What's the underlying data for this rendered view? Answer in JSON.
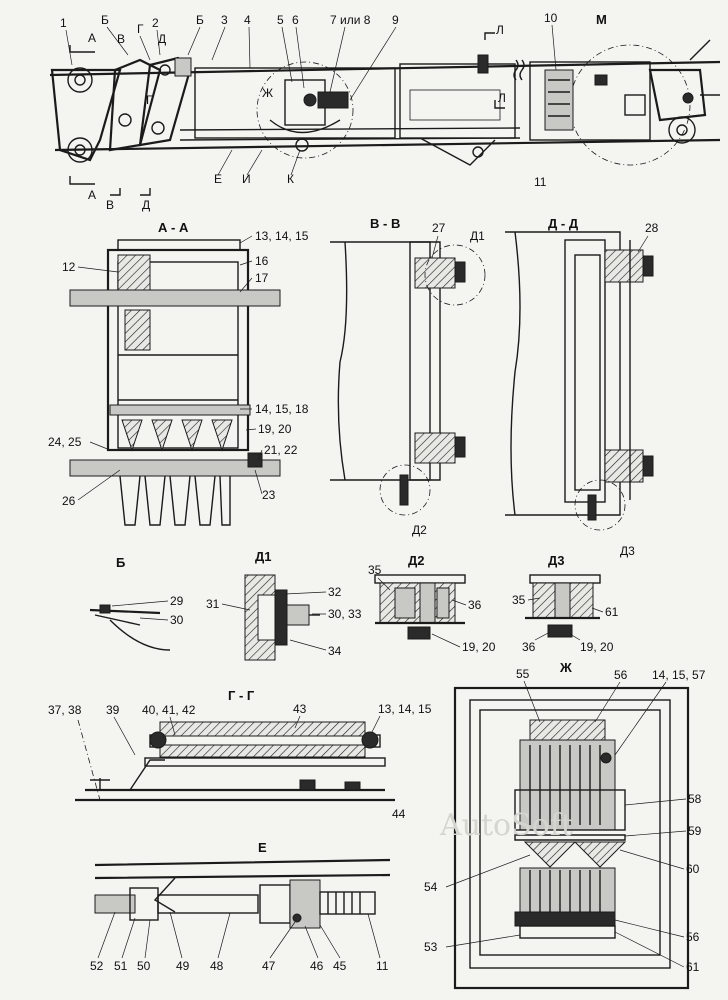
{
  "top_view": {
    "labels": [
      "1",
      "Б",
      "Г",
      "2",
      "Б",
      "3",
      "4",
      "5",
      "6",
      "7 или 8",
      "9",
      "Л",
      "10",
      "М",
      "В",
      "Д",
      "А",
      "Г",
      "Ж",
      "Л",
      "А",
      "В",
      "Д",
      "Е",
      "И",
      "К",
      "11"
    ]
  },
  "section_aa": {
    "title": "А - А",
    "labels": [
      "13, 14, 15",
      "12",
      "16",
      "17",
      "14, 15, 18",
      "19, 20",
      "21, 22",
      "24, 25",
      "26",
      "23"
    ]
  },
  "section_vv": {
    "title": "В - В",
    "labels": [
      "27",
      "Д1",
      "Д2"
    ]
  },
  "section_dd": {
    "title": "Д - Д",
    "labels": [
      "28",
      "Д3"
    ]
  },
  "detail_b": {
    "title": "Б",
    "labels": [
      "29",
      "30"
    ]
  },
  "detail_d1": {
    "title": "Д1",
    "labels": [
      "32",
      "31",
      "30, 33",
      "34"
    ]
  },
  "detail_d2": {
    "title": "Д2",
    "labels": [
      "35",
      "36",
      "19, 20"
    ]
  },
  "detail_d3": {
    "title": "Д3",
    "labels": [
      "35",
      "61",
      "36",
      "19, 20"
    ]
  },
  "section_gg": {
    "title": "Г - Г",
    "labels": [
      "37, 38",
      "39",
      "40, 41, 42",
      "43",
      "13, 14, 15",
      "44"
    ]
  },
  "view_zh": {
    "title": "Ж",
    "labels": [
      "55",
      "56",
      "14, 15, 57",
      "58",
      "59",
      "60",
      "54",
      "53",
      "56",
      "61"
    ]
  },
  "view_e": {
    "title": "Е",
    "labels": [
      "52",
      "51",
      "50",
      "49",
      "48",
      "47",
      "46",
      "45",
      "11"
    ]
  },
  "watermark": "AutoSoft",
  "colors": {
    "ink": "#1b1b1b",
    "paper": "#f4f4f1",
    "watermark": "#d5d5d0"
  }
}
